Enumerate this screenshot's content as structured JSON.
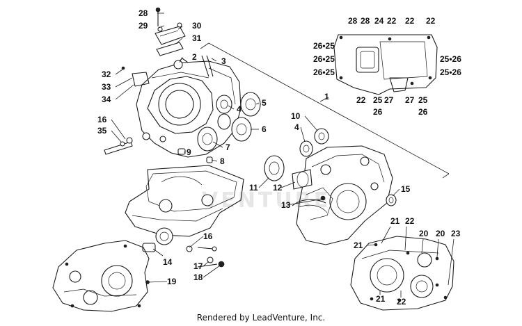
{
  "callouts": [
    {
      "id": "c28a",
      "text": "28"
    },
    {
      "id": "c29",
      "text": "29"
    },
    {
      "id": "c30",
      "text": "30"
    },
    {
      "id": "c31",
      "text": "31"
    },
    {
      "id": "c2",
      "text": "2"
    },
    {
      "id": "c3",
      "text": "3"
    },
    {
      "id": "c32",
      "text": "32"
    },
    {
      "id": "c33",
      "text": "33"
    },
    {
      "id": "c34",
      "text": "34"
    },
    {
      "id": "c4a",
      "text": "4"
    },
    {
      "id": "c5",
      "text": "5"
    },
    {
      "id": "c6",
      "text": "6"
    },
    {
      "id": "c7",
      "text": "7"
    },
    {
      "id": "c16a",
      "text": "16"
    },
    {
      "id": "c35",
      "text": "35"
    },
    {
      "id": "c9",
      "text": "9"
    },
    {
      "id": "c8",
      "text": "8"
    },
    {
      "id": "c1",
      "text": "1"
    },
    {
      "id": "c10",
      "text": "10"
    },
    {
      "id": "c4b",
      "text": "4"
    },
    {
      "id": "c11",
      "text": "11"
    },
    {
      "id": "c12",
      "text": "12"
    },
    {
      "id": "c13",
      "text": "13"
    },
    {
      "id": "c15",
      "text": "15"
    },
    {
      "id": "c14",
      "text": "14"
    },
    {
      "id": "c16b",
      "text": "16"
    },
    {
      "id": "c17",
      "text": "17"
    },
    {
      "id": "c18",
      "text": "18"
    },
    {
      "id": "c19",
      "text": "19"
    },
    {
      "id": "t28a",
      "text": "28"
    },
    {
      "id": "t28b",
      "text": "28"
    },
    {
      "id": "t24",
      "text": "24"
    },
    {
      "id": "t22a",
      "text": "22"
    },
    {
      "id": "t22b",
      "text": "22"
    },
    {
      "id": "t22c",
      "text": "22"
    },
    {
      "id": "t2625a",
      "text": "26•25"
    },
    {
      "id": "t2625b",
      "text": "26•25"
    },
    {
      "id": "t2625c",
      "text": "26•25"
    },
    {
      "id": "t2526a",
      "text": "25•26"
    },
    {
      "id": "t2526b",
      "text": "25•26"
    },
    {
      "id": "t22d",
      "text": "22"
    },
    {
      "id": "t25a",
      "text": "25"
    },
    {
      "id": "t27a",
      "text": "27"
    },
    {
      "id": "t27b",
      "text": "27"
    },
    {
      "id": "t25b",
      "text": "25"
    },
    {
      "id": "t26a",
      "text": "26"
    },
    {
      "id": "t26b",
      "text": "26"
    },
    {
      "id": "b21a",
      "text": "21"
    },
    {
      "id": "b22a",
      "text": "22"
    },
    {
      "id": "b21b",
      "text": "21"
    },
    {
      "id": "b20a",
      "text": "20"
    },
    {
      "id": "b20b",
      "text": "20"
    },
    {
      "id": "b23",
      "text": "23"
    },
    {
      "id": "b21c",
      "text": "21"
    },
    {
      "id": "b22b",
      "text": "22"
    }
  ],
  "watermark": "VENTURE",
  "credit": "Rendered by LeadVenture, Inc."
}
